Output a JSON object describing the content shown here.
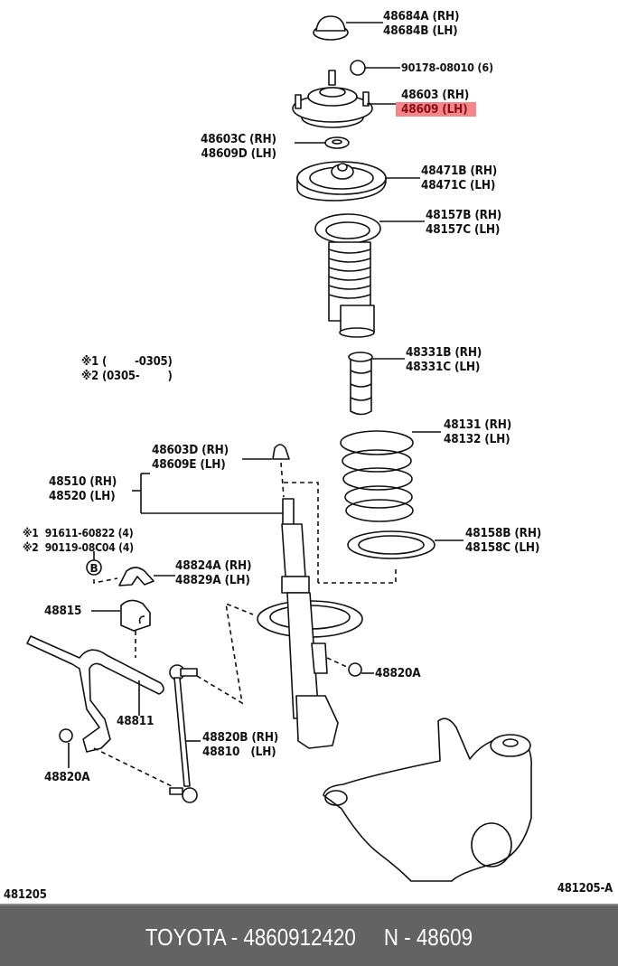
{
  "diagram": {
    "title_code_left": "481205",
    "title_code_right": "481205-A",
    "highlight_color": "#f3868a",
    "notes": [
      {
        "mark": "※1",
        "text": "※1 (        -0305)"
      },
      {
        "mark": "※2",
        "text": "※2 (0305-        )"
      }
    ],
    "callouts": [
      {
        "id": "cap",
        "lines": [
          "48684A (RH)",
          "48684B (LH)"
        ]
      },
      {
        "id": "nut-top",
        "lines": [
          "90178-08010 (6)"
        ]
      },
      {
        "id": "support",
        "lines": [
          "48603 (RH)",
          "48609 (LH)"
        ],
        "highlighted_line": 1
      },
      {
        "id": "bearing",
        "lines": [
          "48603C (RH)",
          "48609D (LH)"
        ]
      },
      {
        "id": "upper-seat",
        "lines": [
          "48471B (RH)",
          "48471C (LH)"
        ]
      },
      {
        "id": "insulator-boot",
        "lines": [
          "48157B (RH)",
          "48157C (LH)"
        ]
      },
      {
        "id": "bump-stop",
        "lines": [
          "48331B (RH)",
          "48331C (LH)"
        ]
      },
      {
        "id": "coil-spring",
        "lines": [
          "48131 (RH)",
          "48132 (LH)"
        ]
      },
      {
        "id": "strut-nut",
        "lines": [
          "48603D (RH)",
          "48609E (LH)"
        ]
      },
      {
        "id": "strut",
        "lines": [
          "48510 (RH)",
          "48520 (LH)"
        ]
      },
      {
        "id": "bolts",
        "lines": [
          "※1  91611-60822 (4)",
          "※2  90119-08C04 (4)"
        ]
      },
      {
        "id": "bracket",
        "lines": [
          "48824A (RH)",
          "48829A (LH)"
        ]
      },
      {
        "id": "lower-insulator",
        "lines": [
          "48158B (RH)",
          "48158C (LH)"
        ]
      },
      {
        "id": "bushing",
        "lines": [
          "48815"
        ]
      },
      {
        "id": "link-nut",
        "lines": [
          "48820A"
        ]
      },
      {
        "id": "stabilizer-bar",
        "lines": [
          "48811"
        ]
      },
      {
        "id": "stabilizer-link",
        "lines": [
          "48820B (RH)",
          "48810   (LH)"
        ]
      },
      {
        "id": "bar-nut",
        "lines": [
          "48820A"
        ]
      }
    ],
    "b_marker": "B"
  },
  "footer": {
    "text": "TOYOTA - 4860912420     N - 48609",
    "brand": "TOYOTA",
    "part_number": "4860912420",
    "highlighted_part": "48609",
    "background_color": "#636363"
  }
}
